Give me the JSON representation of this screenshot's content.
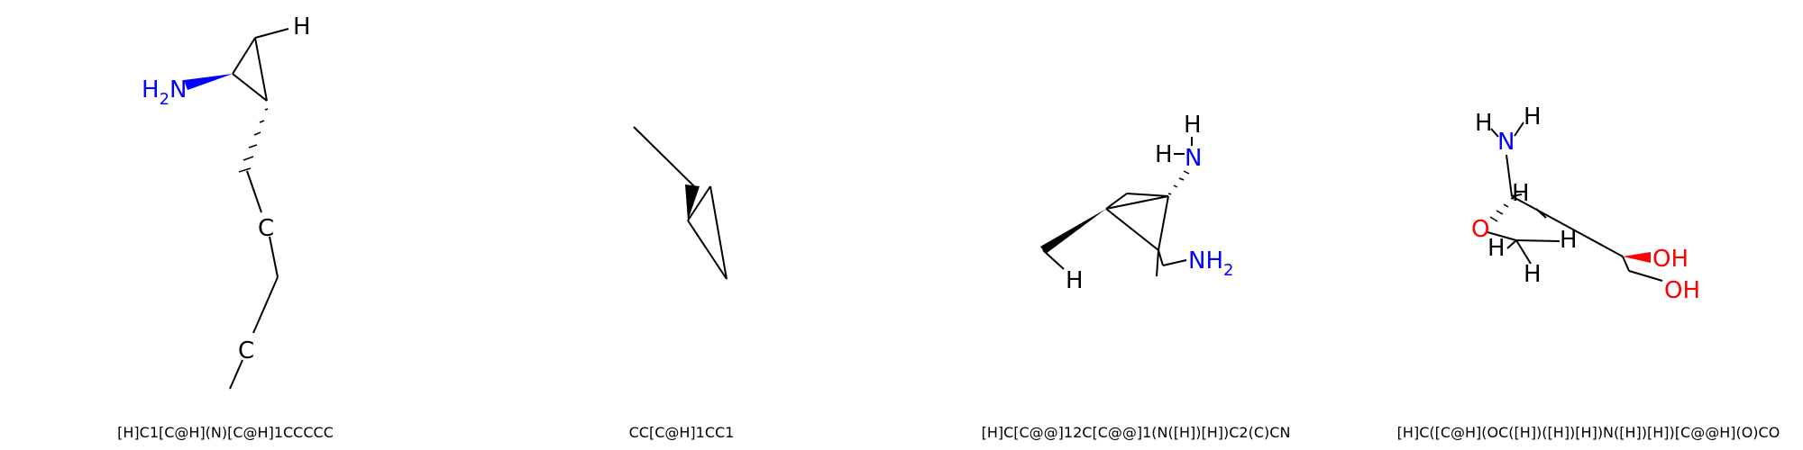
{
  "molecules": [
    {
      "smiles": "[H]C1[C@H](N)[C@H]1CCCCC",
      "labels": {
        "h_top": "H",
        "nh2_H": "H",
        "nh2_sub": "2",
        "nh2_N": "N",
        "c1": "C",
        "c2": "C"
      }
    },
    {
      "smiles": "CC[C@H]1CC1",
      "labels": {}
    },
    {
      "smiles": "[H]C[C@@]12C[C@@]1(N([H])[H])C2(C)CN",
      "labels": {
        "h_top": "H",
        "h_left": "H",
        "n_top": "N",
        "nh2_N": "NH",
        "nh2_sub": "2",
        "h_bottom": "H"
      }
    },
    {
      "smiles": "[H]C([C@H](OC([H])([H])[H])N([H])[H])[C@@H](O)CO",
      "labels": {
        "h_n1": "H",
        "h_n2": "H",
        "n": "N",
        "h_c1": "H",
        "o": "O",
        "h_me1": "H",
        "h_me2": "H",
        "h_me3": "H",
        "oh1": "OH",
        "oh2": "OH"
      }
    }
  ],
  "colors": {
    "nitrogen": "#0000ff",
    "oxygen": "#ff0000",
    "carbon": "#000000"
  }
}
